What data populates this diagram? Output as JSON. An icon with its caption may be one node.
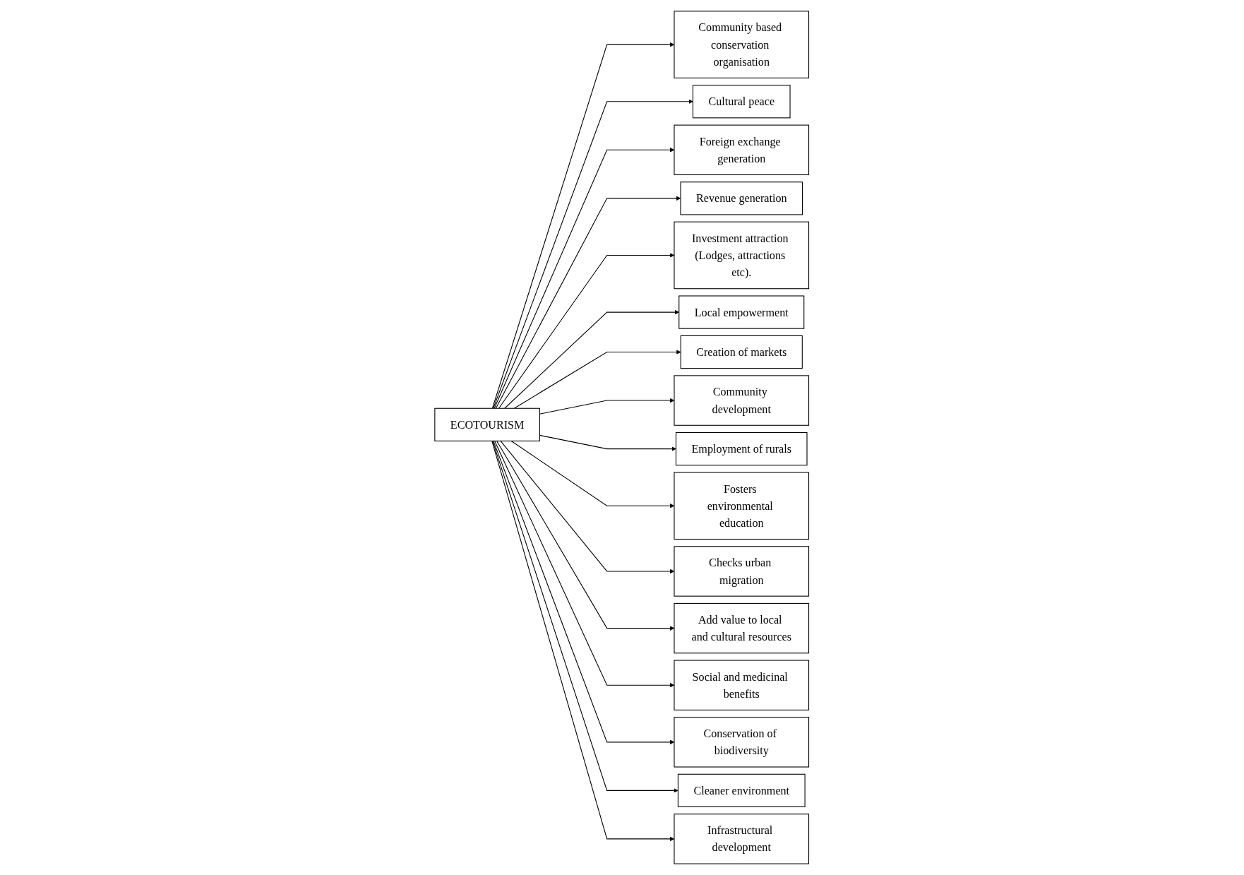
{
  "diagram": {
    "nodes": [
      {
        "text": [
          "ECOTOURISM"
        ]
      },
      {
        "text": [
          "Community based conservation organisation"
        ]
      },
      {
        "text": [
          "Cultural peace"
        ]
      },
      {
        "text": [
          "Foreign exchange generation"
        ]
      },
      {
        "text": [
          "Revenue generation"
        ]
      },
      {
        "text": [
          "Investment attraction (Lodges, attractions etc)."
        ]
      },
      {
        "text": [
          "Local empowerment"
        ]
      },
      {
        "text": [
          "Creation of markets"
        ]
      },
      {
        "text": [
          "Community development"
        ]
      },
      {
        "text": [
          "Employment of rurals"
        ]
      },
      {
        "text": [
          "Fosters environmental education"
        ]
      },
      {
        "text": [
          "Checks urban migration"
        ]
      },
      {
        "text": [
          "Add value to local and cultural resources"
        ]
      },
      {
        "text": [
          "Social and medicinal benefits"
        ]
      },
      {
        "text": [
          "Conservation of biodiversity"
        ]
      },
      {
        "text": [
          "Cleaner environment"
        ]
      },
      {
        "text": [
          "Infrastructural development"
        ]
      }
    ],
    "edges": [
      {
        "from": 0,
        "to": 1,
        "arrow": "to"
      },
      {
        "from": 0,
        "to": 2,
        "arrow": "to"
      },
      {
        "from": 0,
        "to": 3,
        "arrow": "to"
      },
      {
        "from": 0,
        "to": 4,
        "arrow": "to"
      },
      {
        "from": 0,
        "to": 5,
        "arrow": "to"
      },
      {
        "from": 0,
        "to": 6,
        "arrow": "to"
      },
      {
        "from": 0,
        "to": 7,
        "arrow": "to"
      },
      {
        "from": 0,
        "to": 8,
        "arrow": "to"
      },
      {
        "from": 0,
        "to": 9,
        "arrow": "to"
      },
      {
        "from": 0,
        "to": 10,
        "arrow": "to"
      },
      {
        "from": 0,
        "to": 11,
        "arrow": "to"
      },
      {
        "from": 0,
        "to": 12,
        "arrow": "to"
      },
      {
        "from": 0,
        "to": 13,
        "arrow": "to"
      },
      {
        "from": 0,
        "to": 14,
        "arrow": "to"
      },
      {
        "from": 0,
        "to": 15,
        "arrow": "to"
      },
      {
        "from": 0,
        "to": 16,
        "arrow": "to"
      }
    ]
  }
}
